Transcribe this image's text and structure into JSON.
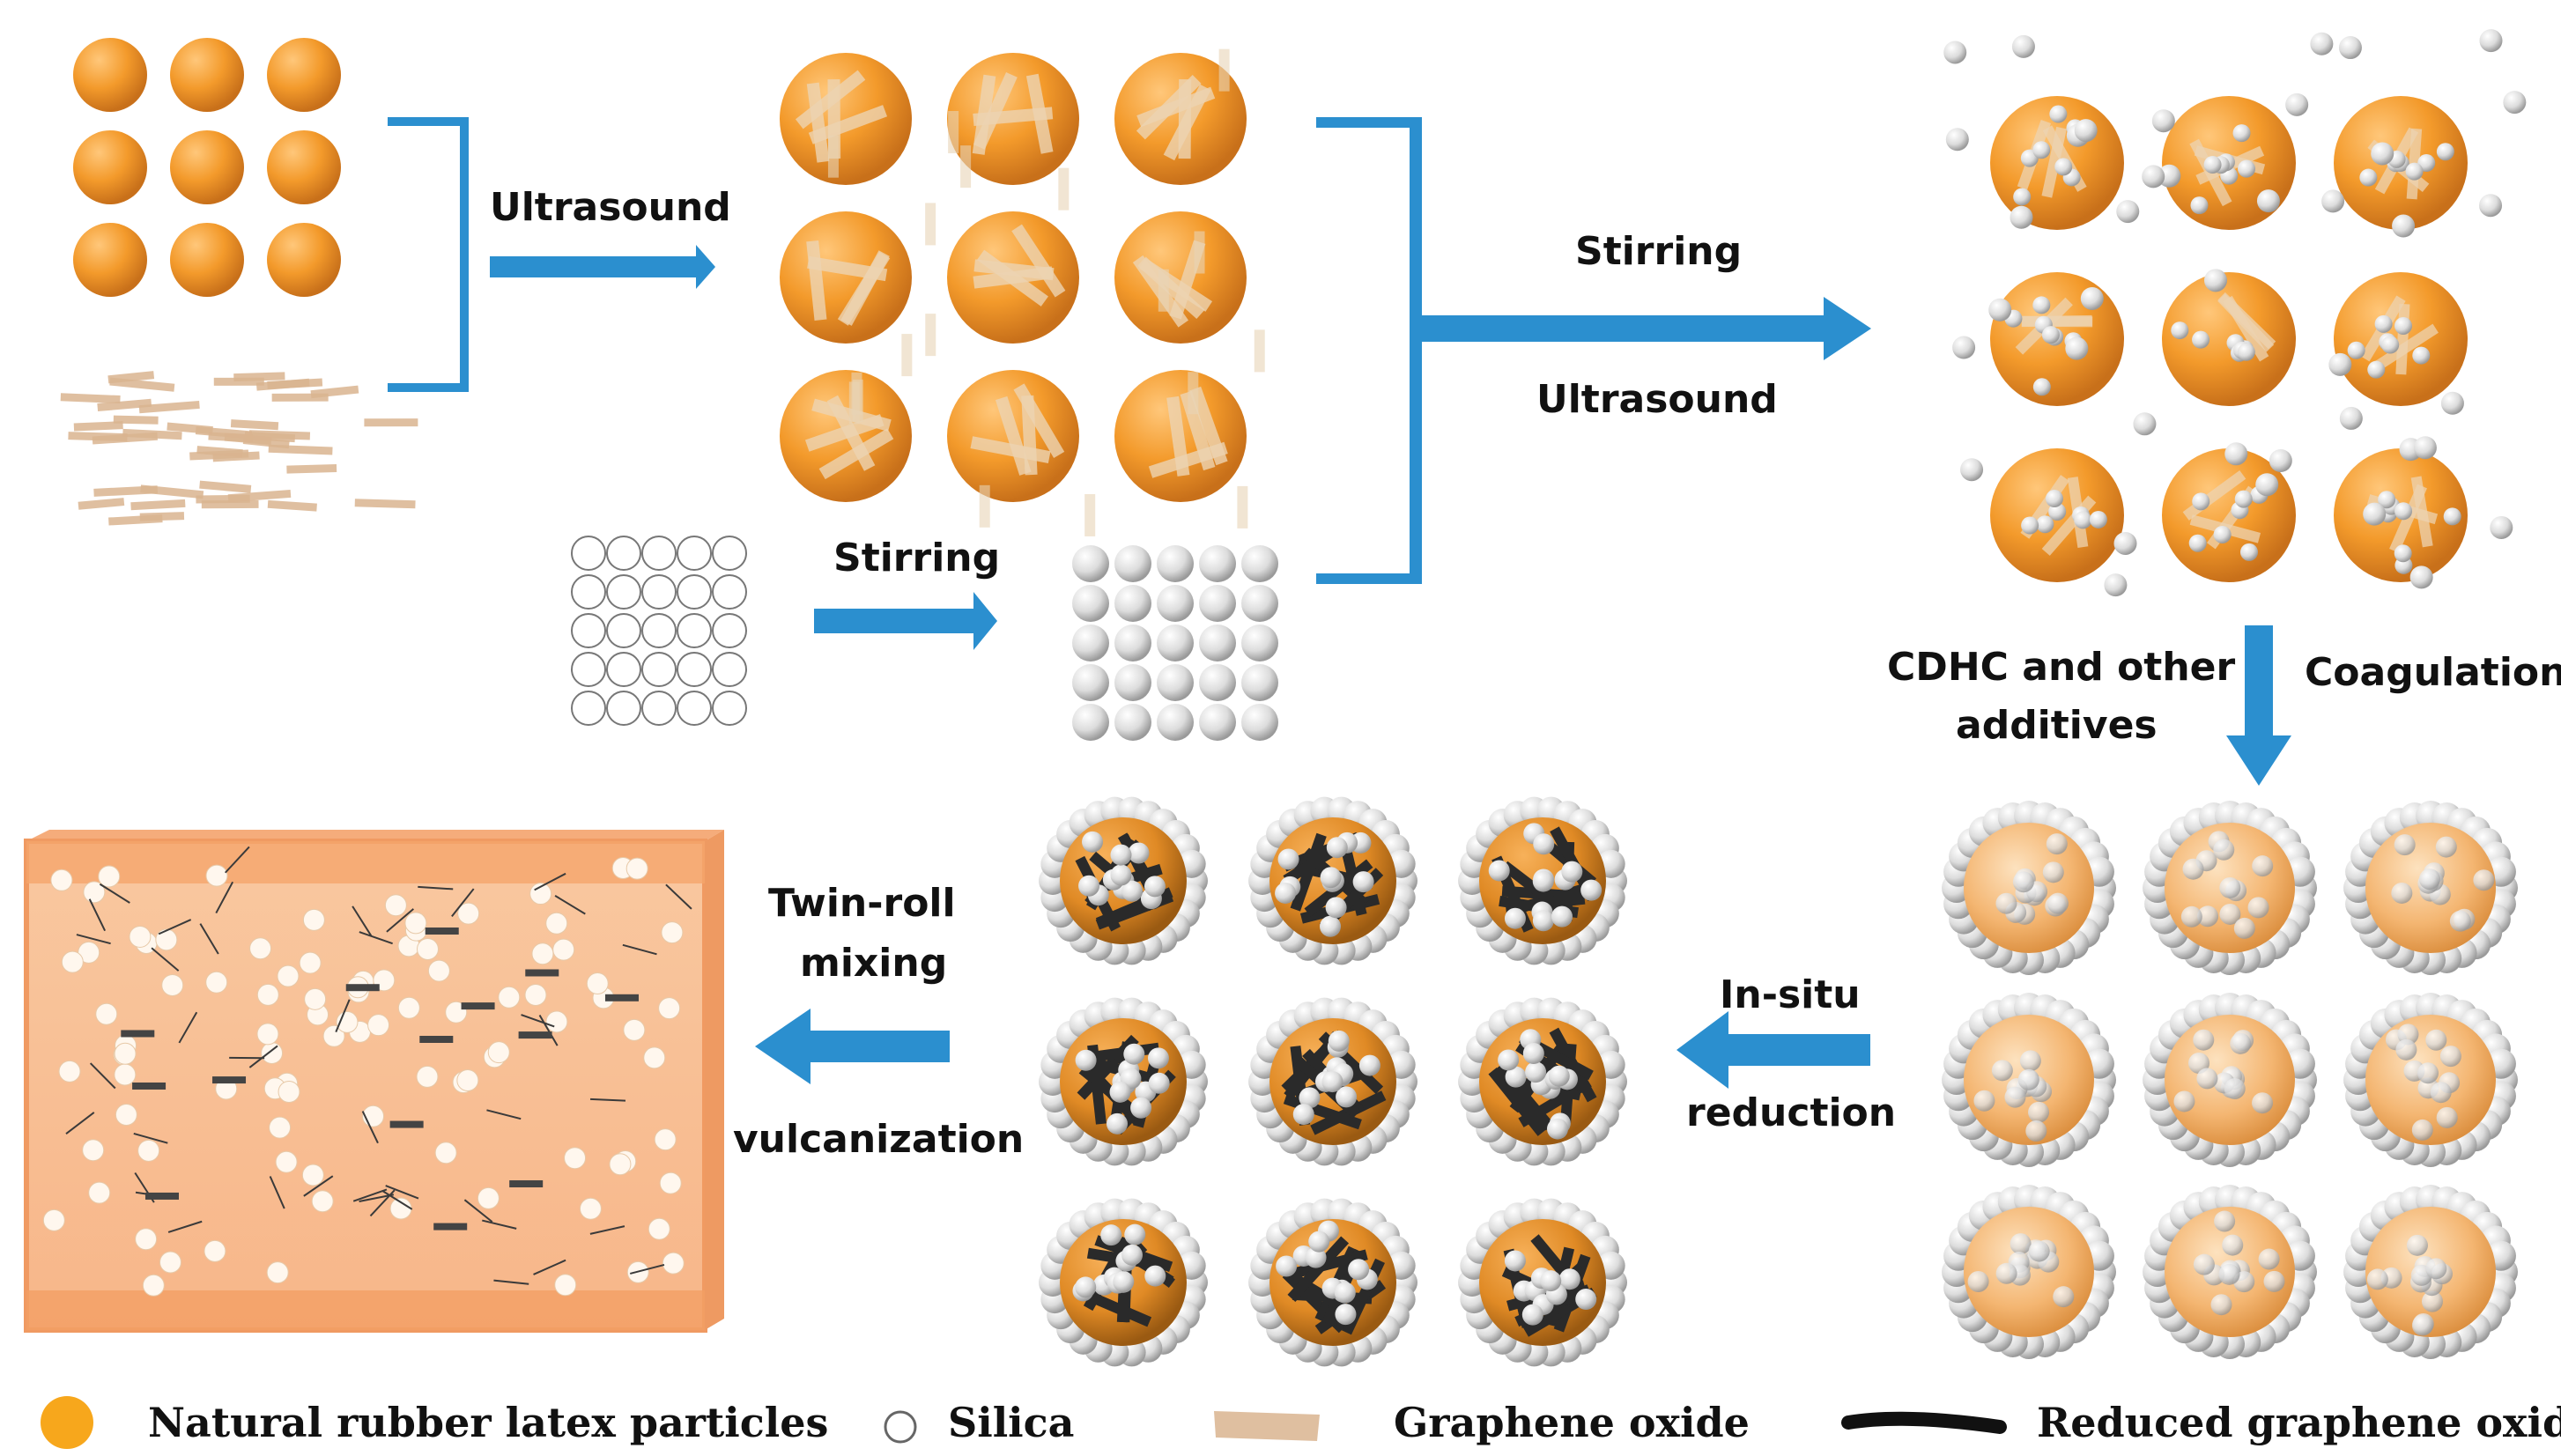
{
  "steps": {
    "ultrasound_1": "Ultrasound",
    "stirring_1": "Stirring",
    "stirring_2": "Stirring",
    "ultrasound_2": "Ultrasound",
    "additives_1": "CDHC and other",
    "additives_2": "additives",
    "coagulation": "Coagulation",
    "insitu_1": "In-situ",
    "insitu_2": "reduction",
    "twinroll_1": "Twin-roll",
    "twinroll_2": "mixing",
    "vulcanization": "vulcanization"
  },
  "legend": {
    "latex": "Natural rubber latex particles",
    "silica": "Silica",
    "go": "Graphene oxide",
    "rgo": "Reduced graphene oxide"
  },
  "colors": {
    "arrow": "#2b8fcf",
    "rubber": "#f39a2b",
    "graphene_oxide": "#d9b48f",
    "reduced_graphene_oxide": "#222222",
    "silica": "#e6e6e6"
  }
}
